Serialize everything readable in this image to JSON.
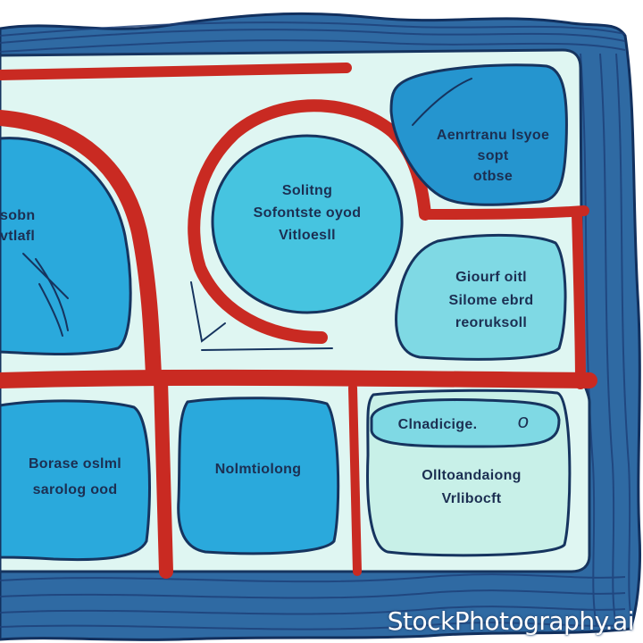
{
  "colors": {
    "frame": "#2f6aa3",
    "stripes": "#1d3f78",
    "background": "#dff6f2",
    "red": "#c92a22",
    "blob_dark": "#2595cf",
    "blob_mid": "#3fbedf",
    "blob_light": "#7fd9e4",
    "ink": "#1c2f52"
  },
  "panels": {
    "top_right": [
      "Aenrtranu lsyoe",
      "sopt",
      "otbse"
    ],
    "center_circle": [
      "Solitng",
      "Sofontste oyod",
      "Vitloesll"
    ],
    "left_blob": [
      "sobn",
      "vtlafl"
    ],
    "right_middle": [
      "Giourf oitl",
      "Silome ebrd",
      "reoruksoll"
    ],
    "bottom_left": [
      "Borase oslml",
      "sarolog ood"
    ],
    "bottom_center": [
      "Nolmtiolong"
    ],
    "bottom_right_tag": "Clnadicige.",
    "bottom_right_tag_mark": "o",
    "bottom_right": [
      "Olltoandaiong",
      "Vrlibocft"
    ]
  },
  "watermark": "StockPhotography.ai"
}
